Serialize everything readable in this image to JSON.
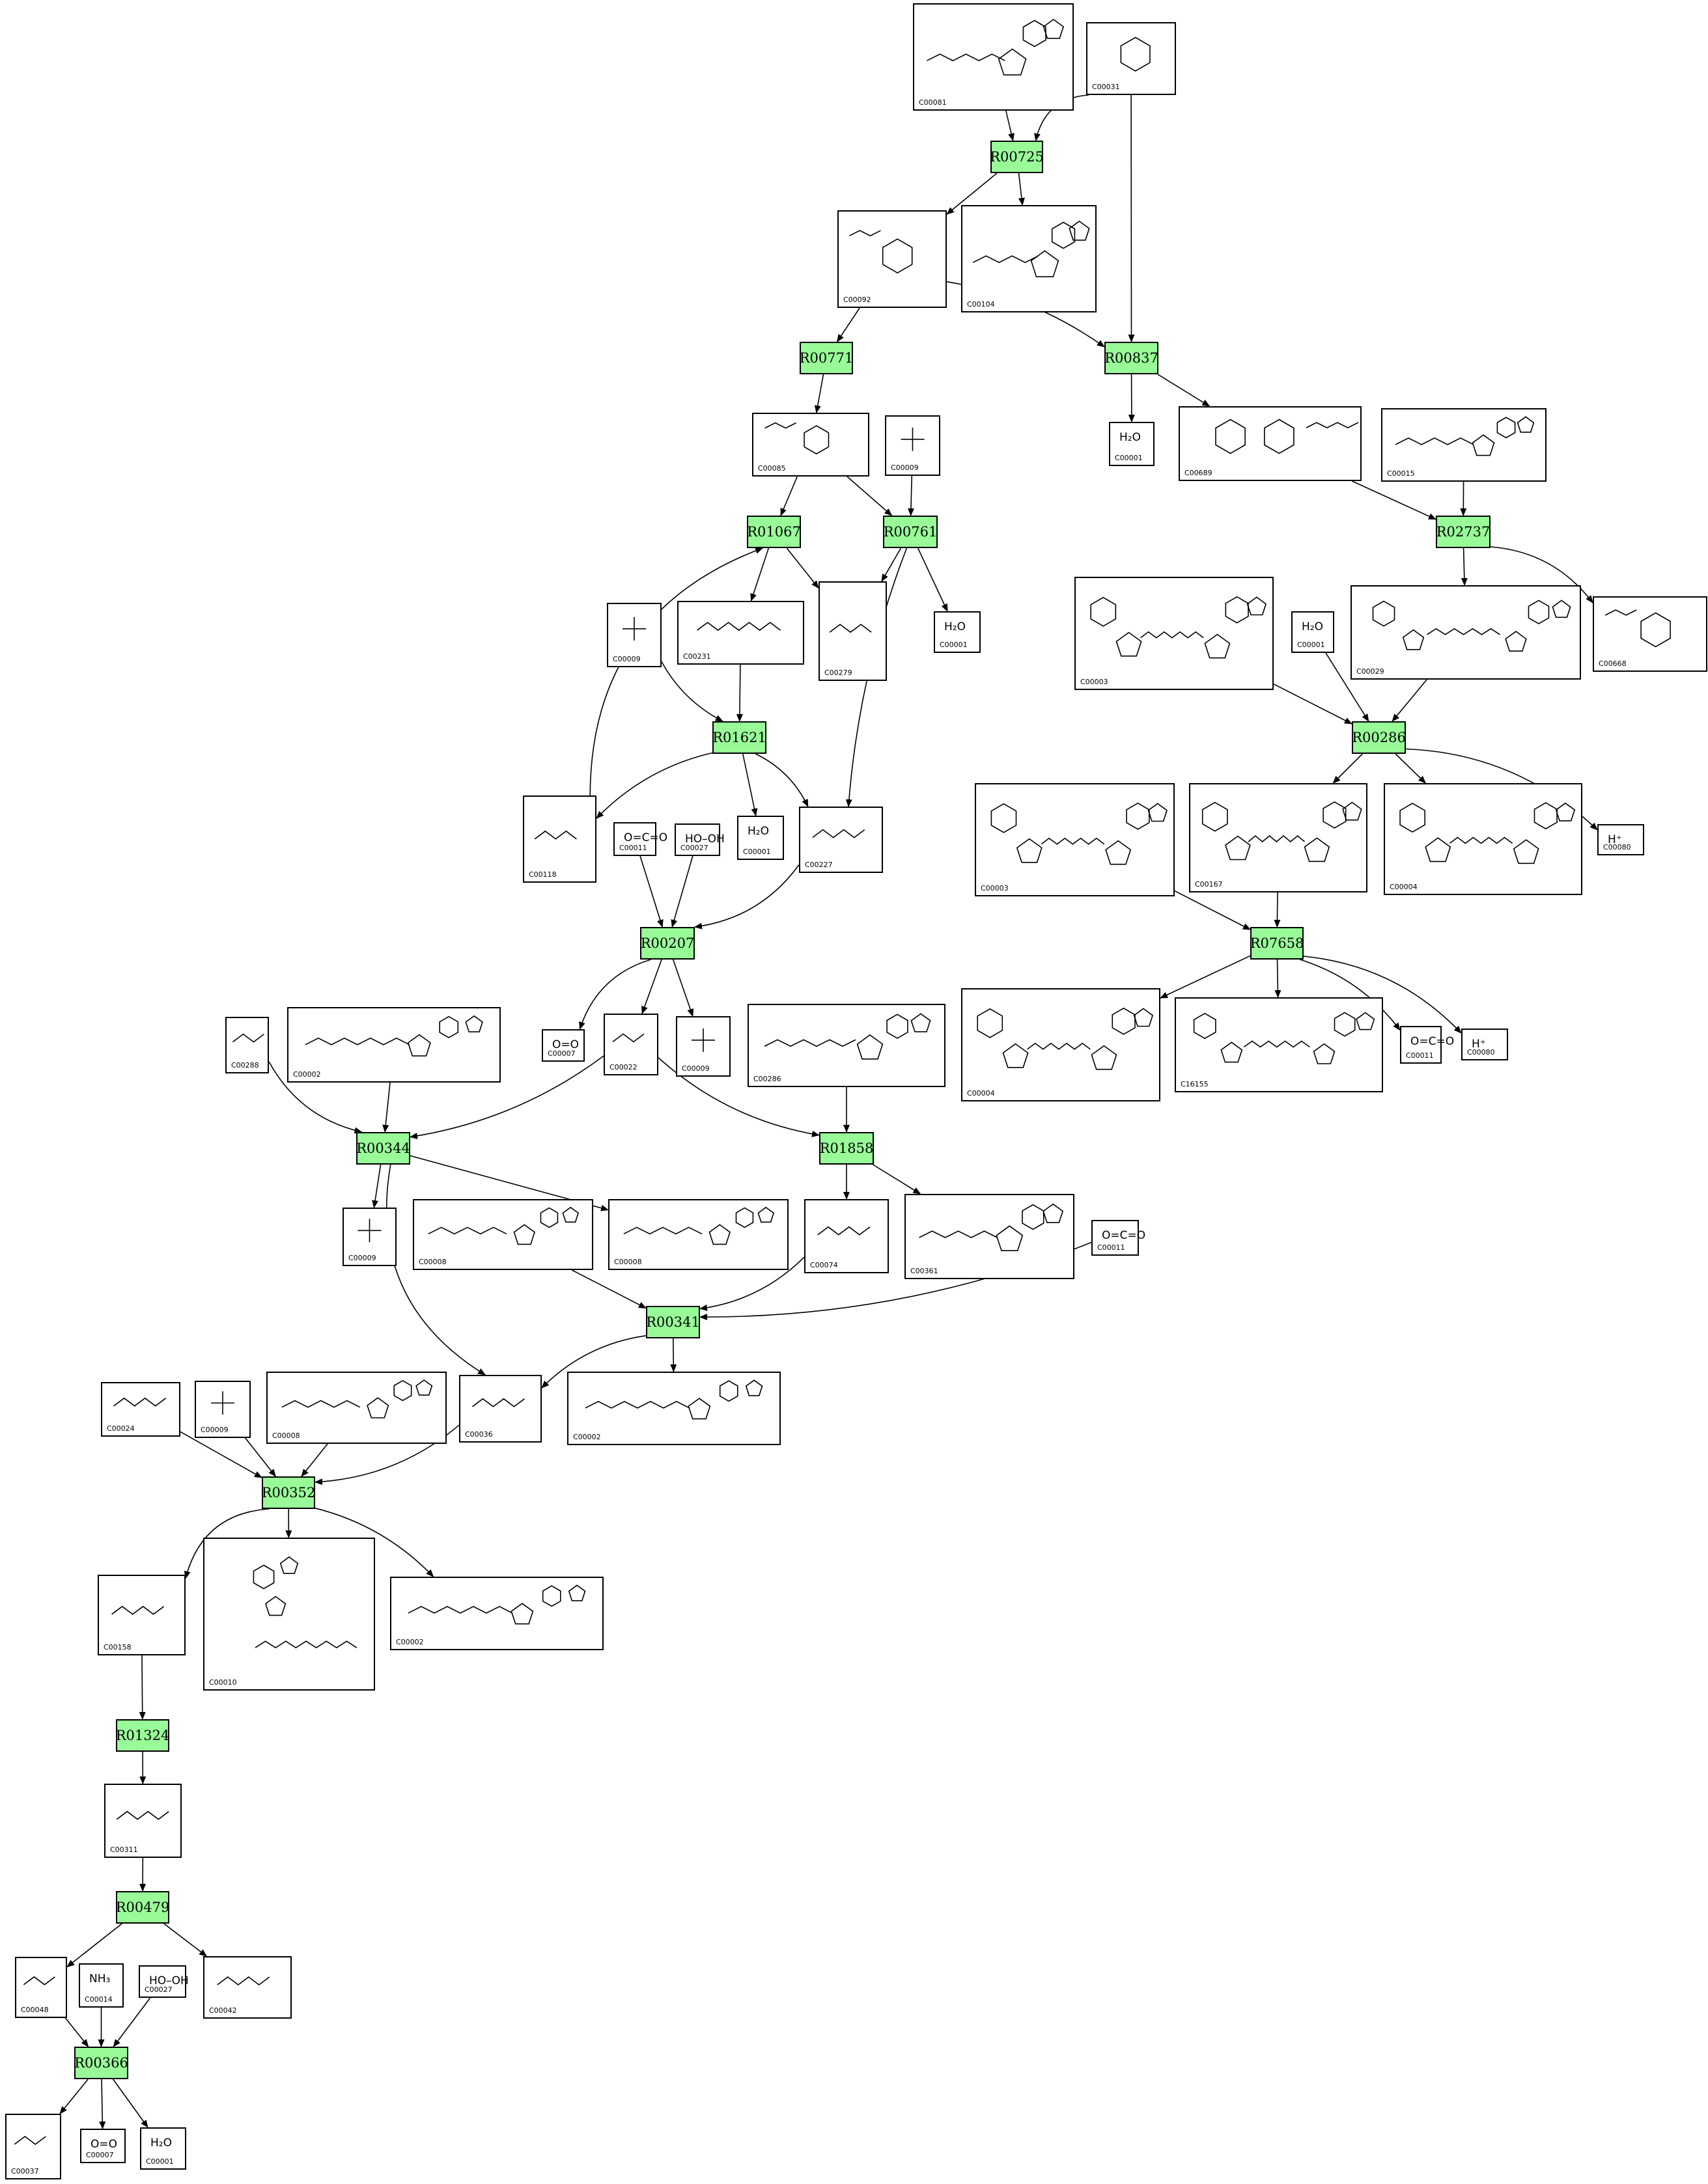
{
  "colors": {
    "reaction_fill": "#98fb98",
    "line": "#000000",
    "background": "#ffffff"
  },
  "reactions": [
    {
      "id": "R00725",
      "label": "R00725"
    },
    {
      "id": "R00771",
      "label": "R00771"
    },
    {
      "id": "R00837",
      "label": "R00837"
    },
    {
      "id": "R01067",
      "label": "R01067"
    },
    {
      "id": "R00761",
      "label": "R00761"
    },
    {
      "id": "R02737",
      "label": "R02737"
    },
    {
      "id": "R01621",
      "label": "R01621"
    },
    {
      "id": "R00286",
      "label": "R00286"
    },
    {
      "id": "R00207",
      "label": "R00207"
    },
    {
      "id": "R07658",
      "label": "R07658"
    },
    {
      "id": "R00344",
      "label": "R00344"
    },
    {
      "id": "R01858",
      "label": "R01858"
    },
    {
      "id": "R00341",
      "label": "R00341"
    },
    {
      "id": "R00352",
      "label": "R00352"
    },
    {
      "id": "R01324",
      "label": "R01324"
    },
    {
      "id": "R00479",
      "label": "R00479"
    },
    {
      "id": "R00366",
      "label": "R00366"
    }
  ],
  "compounds": [
    {
      "key": "c00081",
      "id": "C00081",
      "kind": "nucleotide"
    },
    {
      "key": "c00031",
      "id": "C00031",
      "kind": "sugar"
    },
    {
      "key": "c00092",
      "id": "C00092",
      "kind": "sugarp"
    },
    {
      "key": "c00104",
      "id": "C00104",
      "kind": "nucleotide"
    },
    {
      "key": "c00001a",
      "id": "C00001",
      "kind": "formula",
      "formula": "H₂O"
    },
    {
      "key": "c00689",
      "id": "C00689",
      "kind": "disaccharide"
    },
    {
      "key": "c00015",
      "id": "C00015",
      "kind": "nucleotide"
    },
    {
      "key": "c00085",
      "id": "C00085",
      "kind": "sugarp"
    },
    {
      "key": "c00009a",
      "id": "C00009",
      "kind": "phosphate"
    },
    {
      "key": "c00231",
      "id": "C00231",
      "kind": "chain"
    },
    {
      "key": "c00279",
      "id": "C00279",
      "kind": "chain"
    },
    {
      "key": "c00001b",
      "id": "C00001",
      "kind": "formula",
      "formula": "H₂O"
    },
    {
      "key": "c00009b",
      "id": "C00009",
      "kind": "phosphate"
    },
    {
      "key": "c00003a",
      "id": "C00003",
      "kind": "dinucleotide"
    },
    {
      "key": "c00001c",
      "id": "C00001",
      "kind": "formula",
      "formula": "H₂O"
    },
    {
      "key": "c00029",
      "id": "C00029",
      "kind": "dinucleotide"
    },
    {
      "key": "c00668",
      "id": "C00668",
      "kind": "sugarp"
    },
    {
      "key": "c00118",
      "id": "C00118",
      "kind": "chain"
    },
    {
      "key": "c00011a",
      "id": "C00011",
      "kind": "formula",
      "formula": "O=C=O"
    },
    {
      "key": "c00027a",
      "id": "C00027",
      "kind": "formula",
      "formula": "HO–OH"
    },
    {
      "key": "c00001d",
      "id": "C00001",
      "kind": "formula",
      "formula": "H₂O"
    },
    {
      "key": "c00227",
      "id": "C00227",
      "kind": "chain"
    },
    {
      "key": "c00003b",
      "id": "C00003",
      "kind": "dinucleotide"
    },
    {
      "key": "c00167",
      "id": "C00167",
      "kind": "dinucleotide"
    },
    {
      "key": "c00004a",
      "id": "C00004",
      "kind": "dinucleotide"
    },
    {
      "key": "c00080a",
      "id": "C00080",
      "kind": "formula",
      "formula": "H⁺"
    },
    {
      "key": "c00288",
      "id": "C00288",
      "kind": "chain"
    },
    {
      "key": "c00002a",
      "id": "C00002",
      "kind": "nucleotide"
    },
    {
      "key": "c00007a",
      "id": "C00007",
      "kind": "formula",
      "formula": "O=O"
    },
    {
      "key": "c00022",
      "id": "C00022",
      "kind": "chain"
    },
    {
      "key": "c00009c",
      "id": "C00009",
      "kind": "phosphate"
    },
    {
      "key": "c00286",
      "id": "C00286",
      "kind": "nucleotide"
    },
    {
      "key": "c00004b",
      "id": "C00004",
      "kind": "dinucleotide"
    },
    {
      "key": "c16155",
      "id": "C16155",
      "kind": "dinucleotide"
    },
    {
      "key": "c00011b",
      "id": "C00011",
      "kind": "formula",
      "formula": "O=C=O"
    },
    {
      "key": "c00080b",
      "id": "C00080",
      "kind": "formula",
      "formula": "H⁺"
    },
    {
      "key": "c00009d",
      "id": "C00009",
      "kind": "phosphate"
    },
    {
      "key": "c00008a",
      "id": "C00008",
      "kind": "nucleotide"
    },
    {
      "key": "c00008b",
      "id": "C00008",
      "kind": "nucleotide"
    },
    {
      "key": "c00074",
      "id": "C00074",
      "kind": "chain"
    },
    {
      "key": "c00361",
      "id": "C00361",
      "kind": "nucleotide"
    },
    {
      "key": "c00011c",
      "id": "C00011",
      "kind": "formula",
      "formula": "O=C=O"
    },
    {
      "key": "c00024",
      "id": "C00024",
      "kind": "chain"
    },
    {
      "key": "c00009e",
      "id": "C00009",
      "kind": "phosphate"
    },
    {
      "key": "c00008c",
      "id": "C00008",
      "kind": "nucleotide"
    },
    {
      "key": "c00036",
      "id": "C00036",
      "kind": "chain"
    },
    {
      "key": "c00002b",
      "id": "C00002",
      "kind": "nucleotide"
    },
    {
      "key": "c00158",
      "id": "C00158",
      "kind": "chain"
    },
    {
      "key": "c00010",
      "id": "C00010",
      "kind": "coa"
    },
    {
      "key": "c00002c",
      "id": "C00002",
      "kind": "nucleotide"
    },
    {
      "key": "c00311",
      "id": "C00311",
      "kind": "chain"
    },
    {
      "key": "c00048",
      "id": "C00048",
      "kind": "chain"
    },
    {
      "key": "c00014",
      "id": "C00014",
      "kind": "formula",
      "formula": "NH₃"
    },
    {
      "key": "c00027b",
      "id": "C00027",
      "kind": "formula",
      "formula": "HO–OH"
    },
    {
      "key": "c00042",
      "id": "C00042",
      "kind": "chain"
    },
    {
      "key": "c00037",
      "id": "C00037",
      "kind": "chain"
    },
    {
      "key": "c00007b",
      "id": "C00007",
      "kind": "formula",
      "formula": "O=O"
    },
    {
      "key": "c00001e",
      "id": "C00001",
      "kind": "formula",
      "formula": "H₂O"
    }
  ]
}
